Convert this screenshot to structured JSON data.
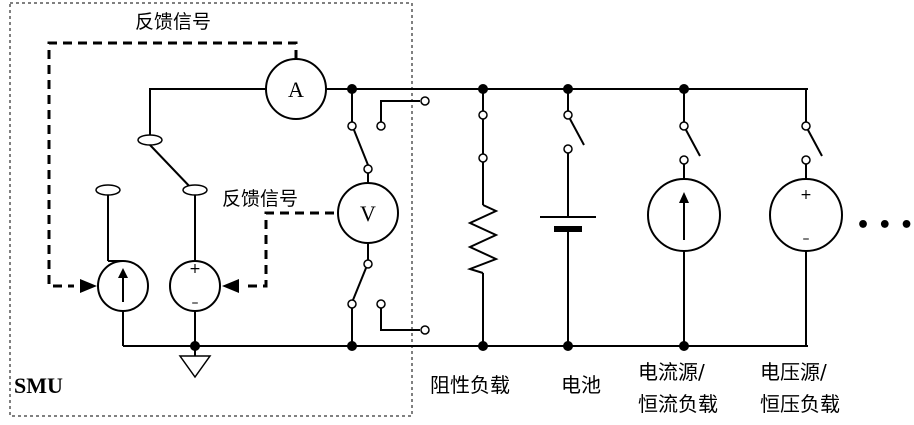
{
  "feedback_label_top": "反馈信号",
  "feedback_label_mid": "反馈信号",
  "ammeter_label": "A",
  "voltmeter_label": "V",
  "smu_label": "SMU",
  "plus_sign": "+",
  "minus_sign": "–",
  "ellipsis": "• • •",
  "branches": {
    "resistive": "阻性负载",
    "battery": "电池",
    "current_source_line1": "电流源/",
    "current_source_line2": "恒流负载",
    "voltage_source_line1": "电压源/",
    "voltage_source_line2": "恒压负载"
  }
}
